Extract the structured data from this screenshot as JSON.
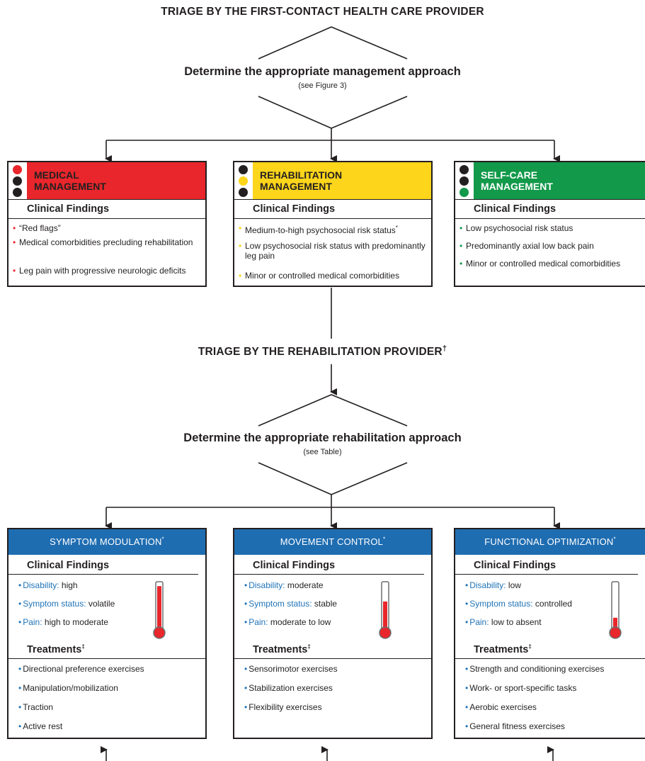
{
  "triage1": {
    "heading": "TRIAGE BY THE FIRST-CONTACT HEALTH CARE PROVIDER",
    "decision_title": "Determine the appropriate management approach",
    "decision_sub": "(see Figure 3)"
  },
  "management": [
    {
      "title_line1": "MEDICAL",
      "title_line2": "MANAGEMENT",
      "header_color": "#e8262b",
      "text_color": "#231f20",
      "active_dot": 0,
      "dot_color": "#e8262b",
      "findings_title": "Clinical Findings",
      "items": [
        "“Red flags”",
        "Medical comorbidities precluding rehabilitation",
        "Leg pain with progressive neurologic deficits"
      ]
    },
    {
      "title_line1": "REHABILITATION",
      "title_line2": "MANAGEMENT",
      "header_color": "#fdd51b",
      "text_color": "#231f20",
      "active_dot": 1,
      "dot_color": "#fdd51b",
      "findings_title": "Clinical Findings",
      "items": [
        "Medium-to-high psychosocial risk status",
        "Low psychosocial risk status with predominantly leg pain",
        "Minor or controlled medical comorbidities"
      ],
      "first_item_mark": "*"
    },
    {
      "title_line1": "SELF-CARE",
      "title_line2": "MANAGEMENT",
      "header_color": "#12994a",
      "text_color": "#ffffff",
      "active_dot": 2,
      "dot_color": "#12994a",
      "findings_title": "Clinical Findings",
      "items": [
        "Low psychosocial risk status",
        "Predominantly axial low back pain",
        "Minor or controlled medical comorbidities"
      ]
    }
  ],
  "triage2": {
    "heading": "TRIAGE BY THE REHABILITATION PROVIDER",
    "heading_mark": "†",
    "decision_title": "Determine the appropriate rehabilitation approach",
    "decision_sub": "(see Table)"
  },
  "rehab": [
    {
      "title": "SYMPTOM MODULATION",
      "title_mark": "*",
      "findings_title": "Clinical Findings",
      "disability_label": "Disability:",
      "disability_value": "high",
      "symptom_label": "Symptom status:",
      "symptom_value": "volatile",
      "pain_label": "Pain:",
      "pain_value": "high to moderate",
      "thermometer_level": 0.9,
      "treatments_title": "Treatments",
      "treatments_mark": "‡",
      "treatments": [
        "Directional preference exercises",
        "Manipulation/mobilization",
        "Traction",
        "Active rest"
      ]
    },
    {
      "title": "MOVEMENT CONTROL",
      "title_mark": "*",
      "findings_title": "Clinical Findings",
      "disability_label": "Disability:",
      "disability_value": "moderate",
      "symptom_label": "Symptom status:",
      "symptom_value": "stable",
      "pain_label": "Pain:",
      "pain_value": "moderate to low",
      "thermometer_level": 0.55,
      "treatments_title": "Treatments",
      "treatments_mark": "‡",
      "treatments": [
        "Sensorimotor exercises",
        "Stabilization exercises",
        "Flexibility exercises"
      ]
    },
    {
      "title": "FUNCTIONAL OPTIMIZATION",
      "title_mark": "*",
      "findings_title": "Clinical Findings",
      "disability_label": "Disability:",
      "disability_value": "low",
      "symptom_label": "Symptom status:",
      "symptom_value": "controlled",
      "pain_label": "Pain:",
      "pain_value": "low to absent",
      "thermometer_level": 0.18,
      "treatments_title": "Treatments",
      "treatments_mark": "‡",
      "treatments": [
        "Strength and conditioning exercises",
        "Work- or sport-specific tasks",
        "Aerobic exercises",
        "General fitness exercises"
      ]
    }
  ],
  "colors": {
    "line": "#231f20",
    "blue": "#1f6db1",
    "thermo_red": "#e8262b",
    "dot_inactive": "#231f20"
  }
}
